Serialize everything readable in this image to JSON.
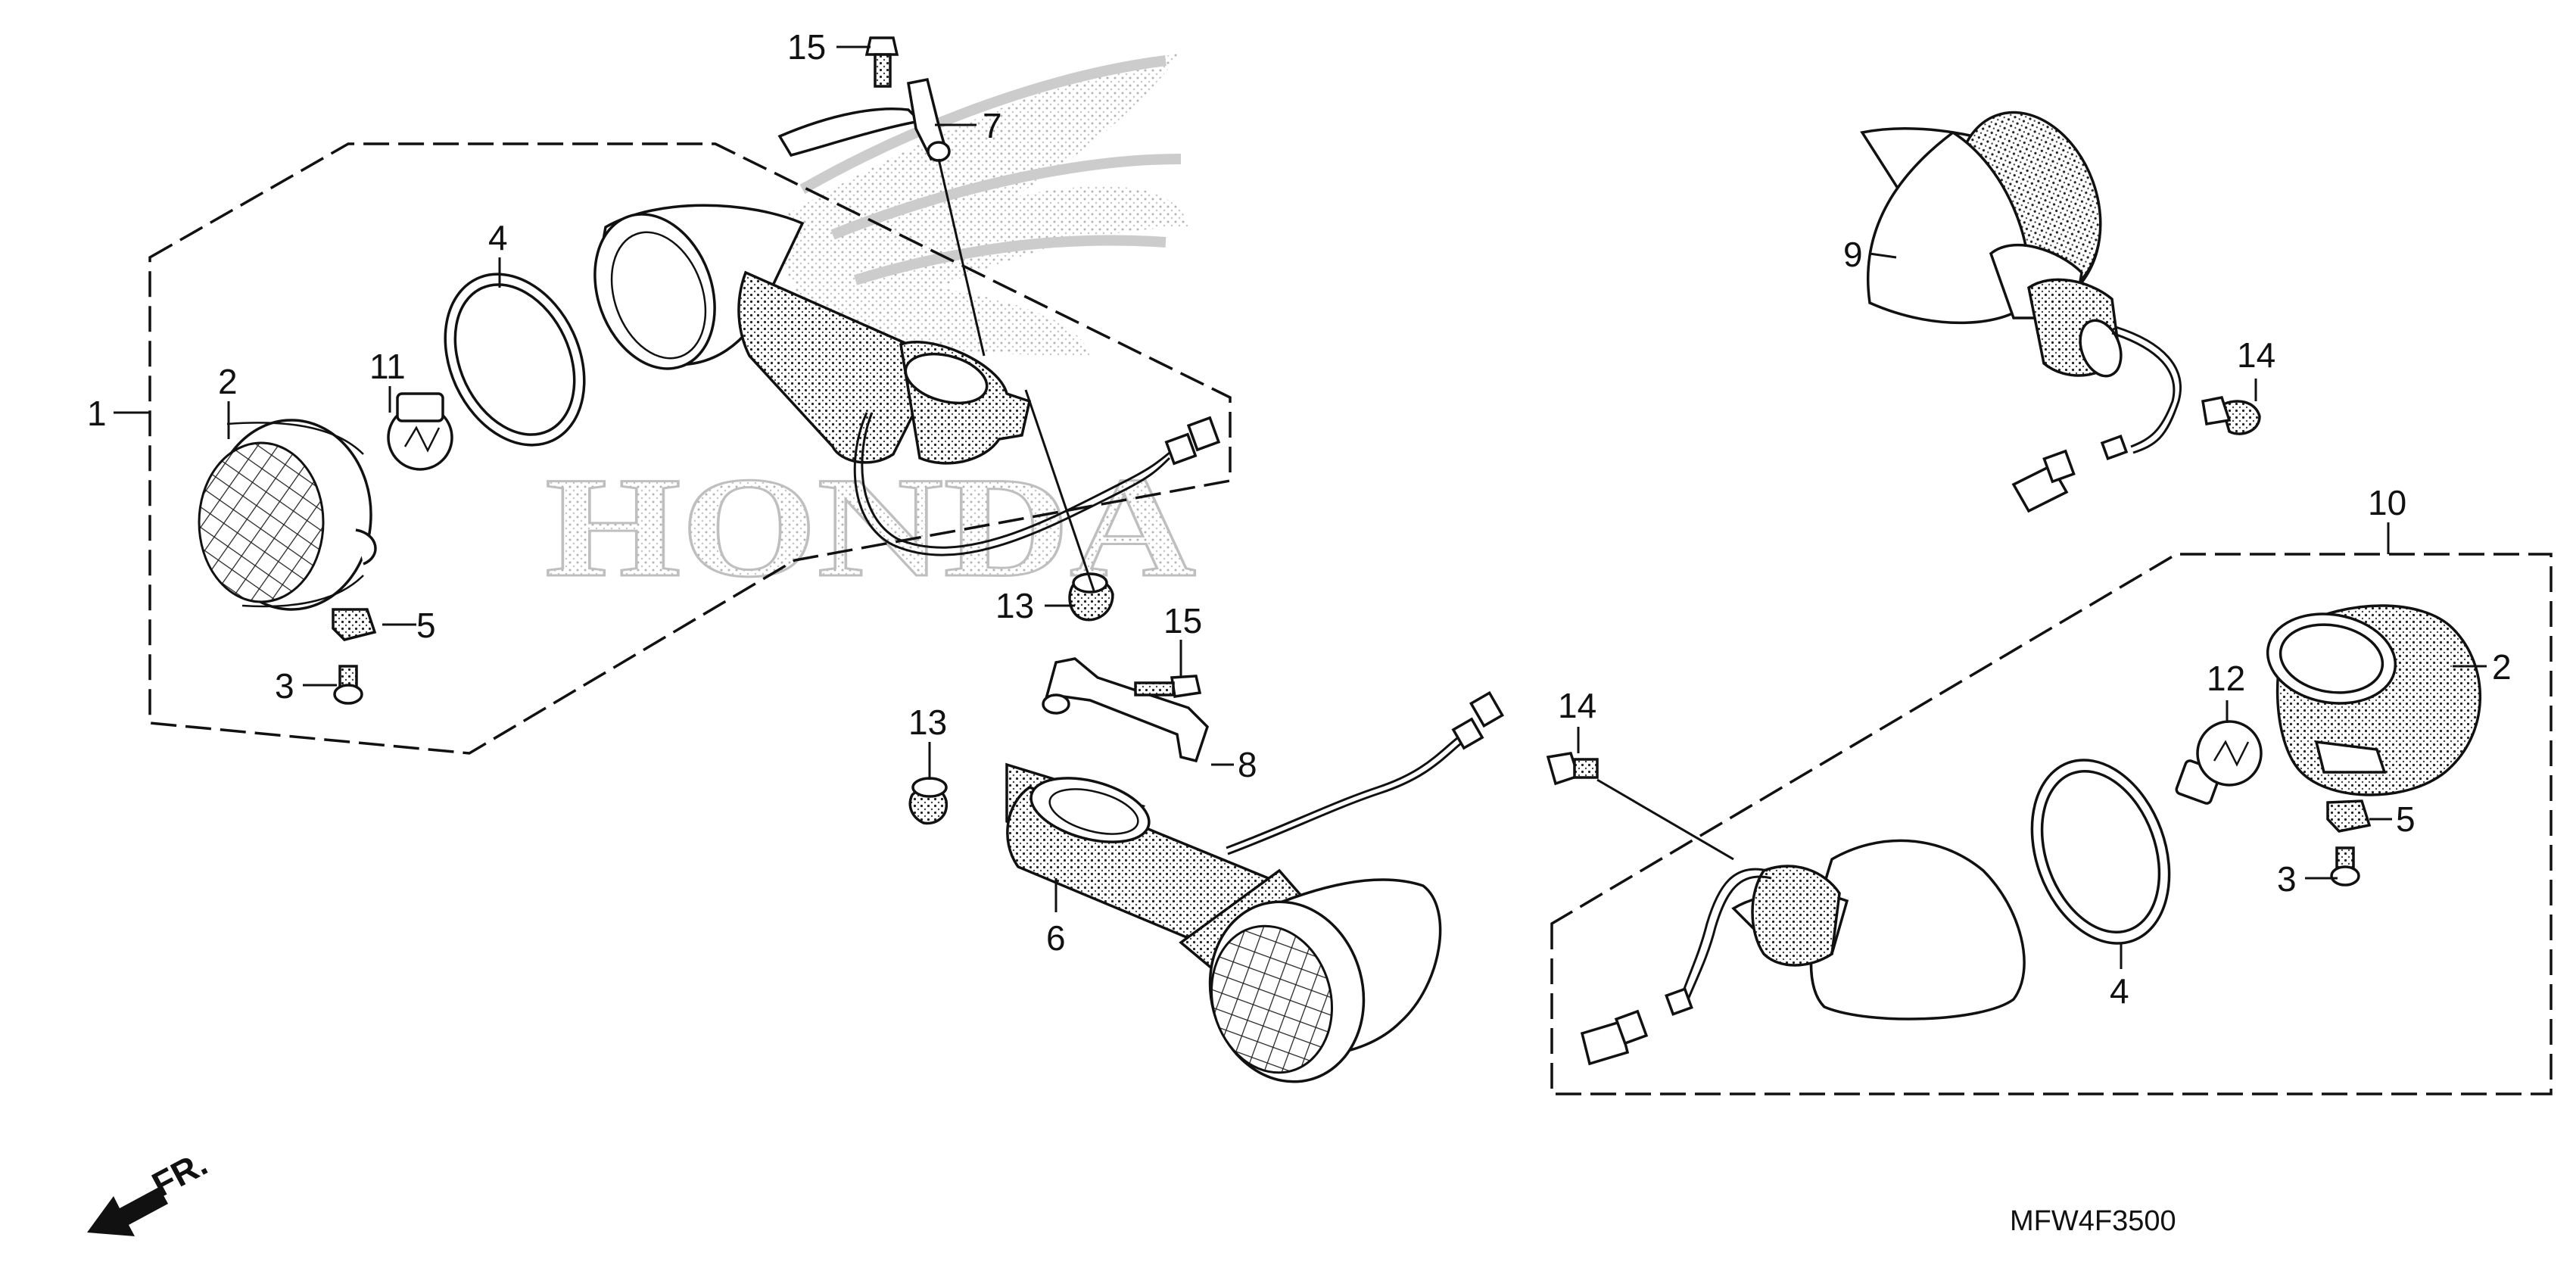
{
  "diagram_code": "MFW4F3500",
  "front_label": "FR.",
  "brand_watermark": "HONDA",
  "callouts": [
    {
      "id": "c1",
      "text": "1"
    },
    {
      "id": "c2a",
      "text": "2"
    },
    {
      "id": "c3a",
      "text": "3"
    },
    {
      "id": "c4a",
      "text": "4"
    },
    {
      "id": "c5a",
      "text": "5"
    },
    {
      "id": "c11",
      "text": "11"
    },
    {
      "id": "c15a",
      "text": "15"
    },
    {
      "id": "c7",
      "text": "7"
    },
    {
      "id": "c13a",
      "text": "13"
    },
    {
      "id": "c15b",
      "text": "15"
    },
    {
      "id": "c8",
      "text": "8"
    },
    {
      "id": "c13b",
      "text": "13"
    },
    {
      "id": "c6",
      "text": "6"
    },
    {
      "id": "c9",
      "text": "9"
    },
    {
      "id": "c14a",
      "text": "14"
    },
    {
      "id": "c10",
      "text": "10"
    },
    {
      "id": "c2b",
      "text": "2"
    },
    {
      "id": "c12",
      "text": "12"
    },
    {
      "id": "c5b",
      "text": "5"
    },
    {
      "id": "c3b",
      "text": "3"
    },
    {
      "id": "c14b",
      "text": "14"
    },
    {
      "id": "c4b",
      "text": "4"
    }
  ]
}
